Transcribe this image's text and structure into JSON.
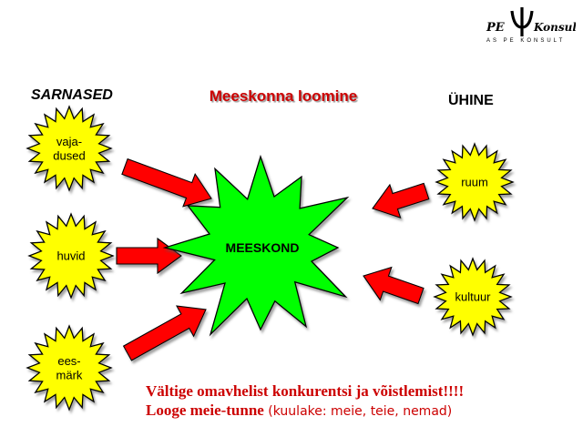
{
  "slide": {
    "title": "Meeskonna loomine",
    "left_heading": "SARNASED",
    "right_heading": "ÜHINE",
    "center_label": "MEESKOND",
    "left_items": [
      {
        "line1": "vaja-",
        "line2": "dused"
      },
      {
        "line1": "huvid",
        "line2": ""
      },
      {
        "line1": "ees-",
        "line2": "märk"
      }
    ],
    "right_items": [
      "ruum",
      "kultuur"
    ],
    "footer": {
      "line1": "Vältige omavhelist konkurentsi ja võistlemist!!!!",
      "line2_bold": "Looge meie-tunne",
      "line2_note": " (kuulake: meie, teie, nemad)"
    },
    "logo": {
      "tagline": "AS PE KONSULT"
    }
  },
  "colors": {
    "title": "#cc0000",
    "burst_yellow": "#ffff00",
    "burst_green": "#00ff00",
    "arrow_red": "#ff0000",
    "footer_text": "#cc0000"
  }
}
